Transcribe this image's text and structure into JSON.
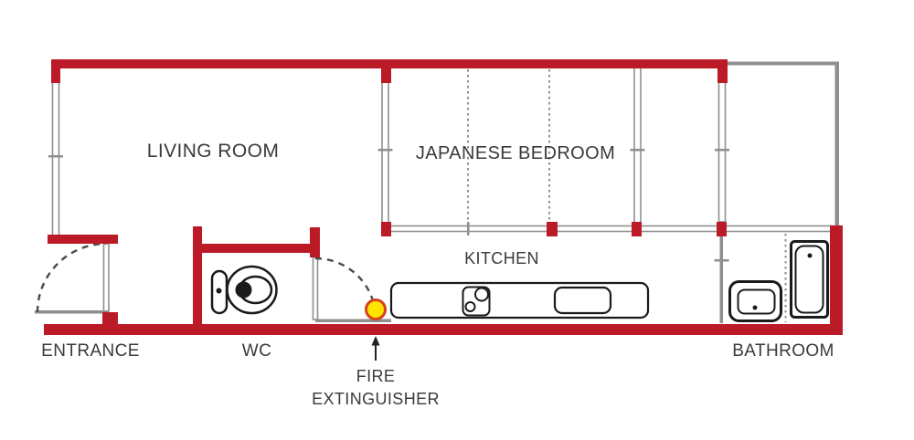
{
  "diagram": {
    "type": "apartment-floor-plan",
    "rooms": [
      {
        "id": "living-room",
        "label": "LIVING ROOM"
      },
      {
        "id": "japanese-bedroom",
        "label": "JAPANESE BEDROOM"
      },
      {
        "id": "kitchen",
        "label": "KITCHEN"
      },
      {
        "id": "entrance",
        "label": "ENTRANCE"
      },
      {
        "id": "wc",
        "label": "WC"
      },
      {
        "id": "bathroom",
        "label": "BATHROOM"
      }
    ],
    "annotation": {
      "line1": "FIRE",
      "line2": "EXTINGUISHER",
      "marker": "fire-extinguisher-dot"
    },
    "fixtures": [
      "toilet",
      "kitchen-counter",
      "stove",
      "kitchen-sink",
      "washbasin",
      "bathtub"
    ],
    "doors": [
      "entrance-door-swing",
      "wc-door-swing"
    ],
    "colors": {
      "wall": "#bb1b26",
      "partition": "#8f8f8f",
      "fixture": "#1a1a1a",
      "label": "#3a3a3a",
      "extFill": "#ffe400",
      "extStroke": "#d4421e"
    }
  }
}
